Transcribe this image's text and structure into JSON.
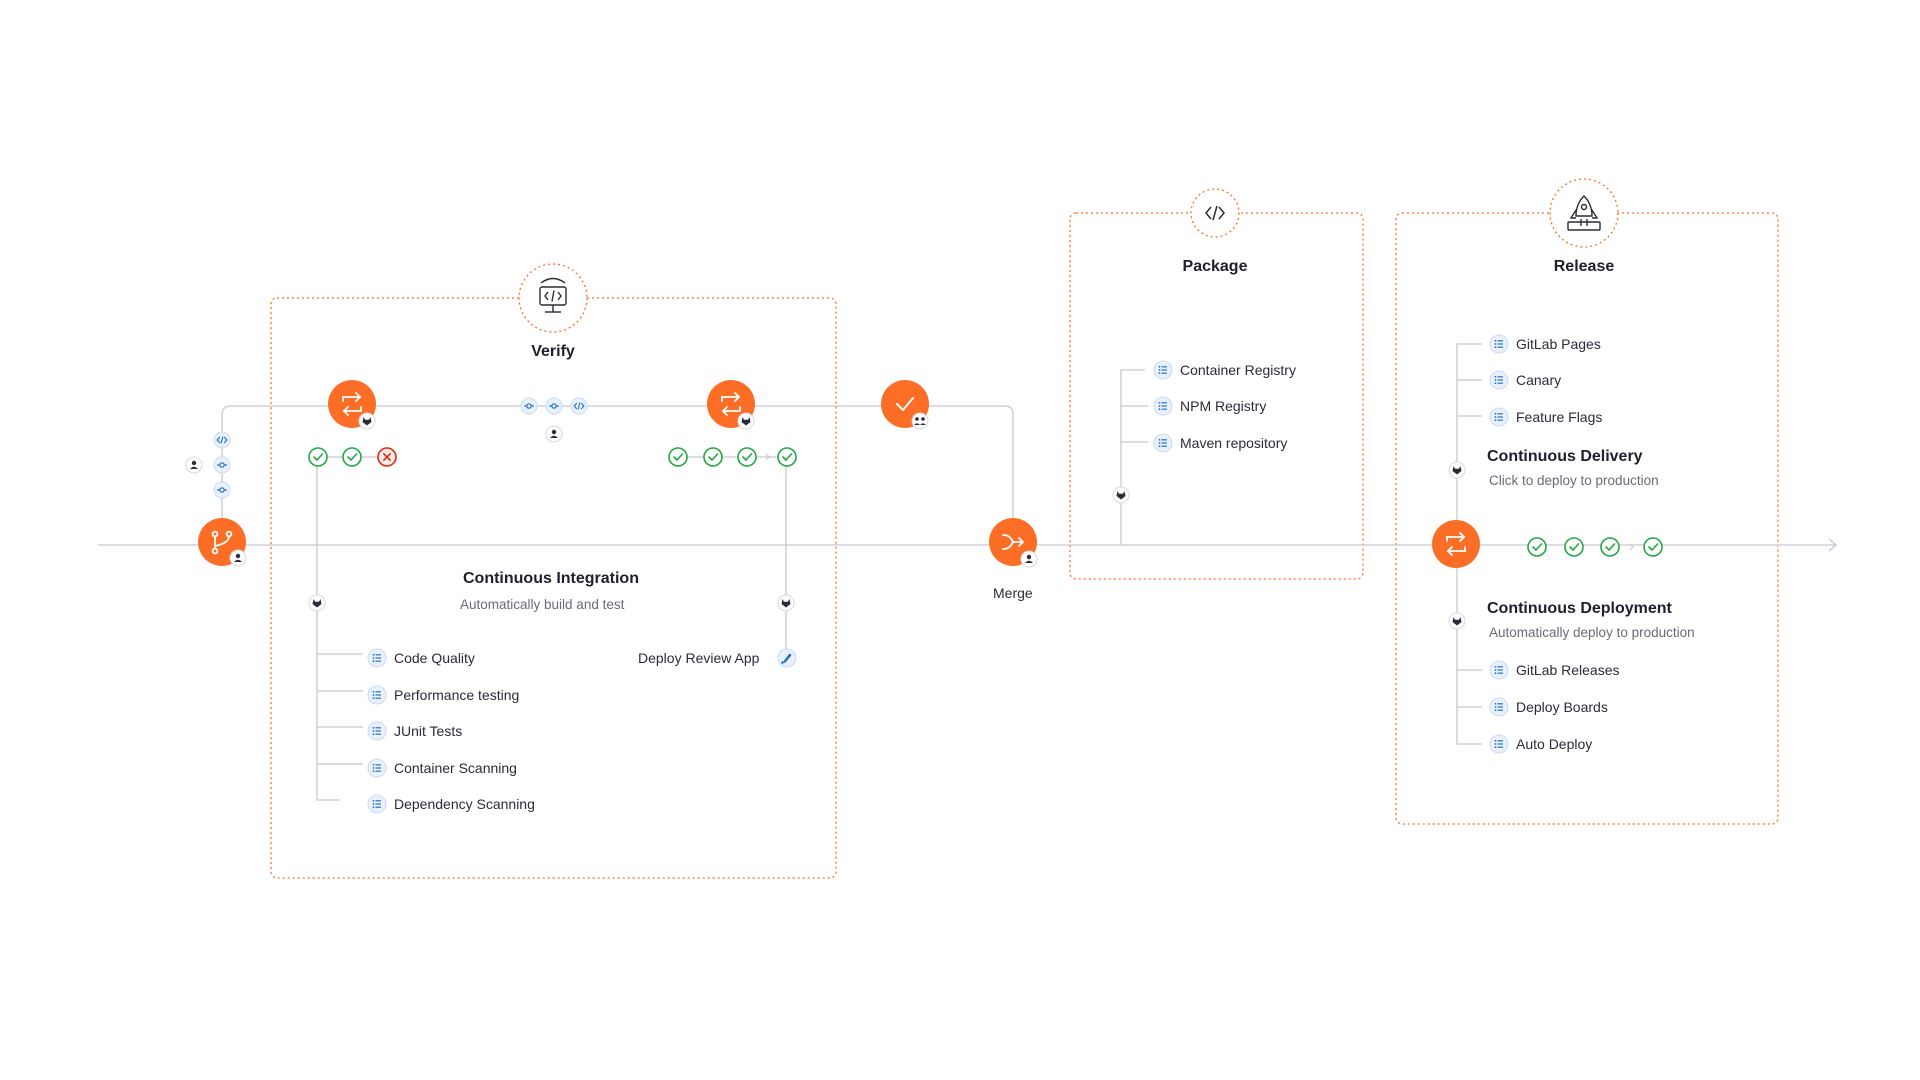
{
  "colors": {
    "accent": "#FC6D26",
    "success": "#22A745",
    "failure": "#DD2B0E",
    "info": "#1F75CB",
    "line": "#C8C8D0",
    "dashed_border": "#FC6D26"
  },
  "stages": {
    "verify": {
      "title": "Verify",
      "icon": "monitor-code-icon"
    },
    "package": {
      "title": "Package",
      "icon": "code-icon"
    },
    "release": {
      "title": "Release",
      "icon": "rocket-icon"
    }
  },
  "merge": {
    "label": "Merge",
    "icon": "merge-icon"
  },
  "continuous_integration": {
    "title": "Continuous Integration",
    "subtitle": "Automatically build and test",
    "items": [
      "Code Quality",
      "Performance testing",
      "JUnit Tests",
      "Container Scanning",
      "Dependency Scanning"
    ],
    "review_app": "Deploy Review App",
    "first_pipeline_jobs": [
      "success",
      "success",
      "failed"
    ],
    "second_pipeline_jobs": [
      "success",
      "success",
      "success",
      "success"
    ]
  },
  "package": {
    "items": [
      "Container Registry",
      "NPM Registry",
      "Maven repository"
    ]
  },
  "continuous_delivery": {
    "title": "Continuous Delivery",
    "subtitle": "Click to deploy to production",
    "items": [
      "GitLab Pages",
      "Canary",
      "Feature Flags"
    ]
  },
  "continuous_deployment": {
    "title": "Continuous Deployment",
    "subtitle": "Automatically deploy to production",
    "items": [
      "GitLab Releases",
      "Deploy Boards",
      "Auto Deploy"
    ],
    "pipeline_jobs": [
      "success",
      "success",
      "success",
      "success"
    ]
  }
}
